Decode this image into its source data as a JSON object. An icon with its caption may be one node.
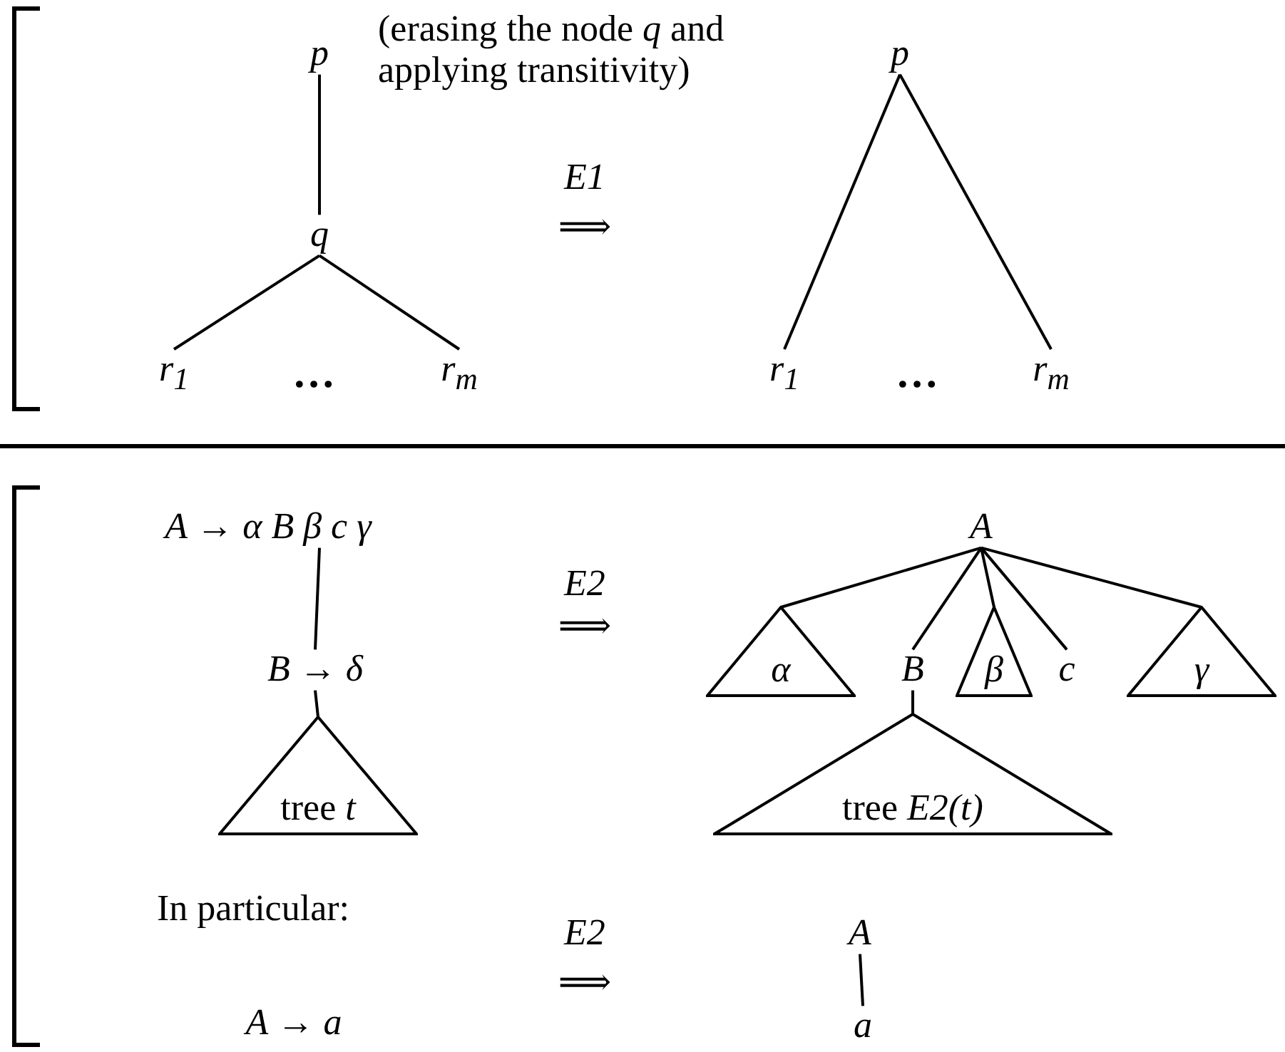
{
  "diagram": {
    "nodes": [
      {
        "text": [
          "p"
        ]
      },
      {
        "text": [
          "q"
        ]
      },
      {
        "text": [
          "r$_{1}$"
        ]
      },
      {
        "text": [
          "r$_{m}$"
        ]
      },
      {
        "text": [
          "p"
        ]
      },
      {
        "text": [
          "r$_{1}$"
        ]
      },
      {
        "text": [
          "r$_{m}$"
        ]
      },
      {
        "text": [
          "A → α  B  β  c  γ"
        ]
      },
      {
        "text": [
          "B → δ"
        ]
      },
      {
        "text": [
          "tree *t*"
        ]
      },
      {
        "text": [
          "A"
        ]
      },
      {
        "text": [
          "*α*"
        ]
      },
      {
        "text": [
          "B"
        ]
      },
      {
        "text": [
          "*β*"
        ]
      },
      {
        "text": [
          "c"
        ]
      },
      {
        "text": [
          "*γ*"
        ]
      },
      {
        "text": [
          "tree *E2(t)*"
        ]
      },
      {
        "text": [
          "A"
        ]
      },
      {
        "text": [
          "a"
        ]
      },
      {
        "text": [
          "A → a"
        ]
      }
    ],
    "edges": [
      {
        "from": 0,
        "to": 1,
        "arrow": "none"
      },
      {
        "from": 1,
        "to": 2,
        "arrow": "none"
      },
      {
        "from": 1,
        "to": 3,
        "arrow": "none"
      },
      {
        "from": 4,
        "to": 5,
        "arrow": "none"
      },
      {
        "from": 4,
        "to": 6,
        "arrow": "none"
      },
      {
        "from": 7,
        "to": 8,
        "arrow": "none"
      },
      {
        "from": 8,
        "to": 9,
        "arrow": "none"
      },
      {
        "from": 10,
        "to": 11,
        "arrow": "none"
      },
      {
        "from": 10,
        "to": 12,
        "arrow": "none"
      },
      {
        "from": 10,
        "to": 13,
        "arrow": "none"
      },
      {
        "from": 10,
        "to": 14,
        "arrow": "none"
      },
      {
        "from": 10,
        "to": 15,
        "arrow": "none"
      },
      {
        "from": 12,
        "to": 16,
        "arrow": "none"
      },
      {
        "from": 17,
        "to": 18,
        "arrow": "none"
      }
    ],
    "labels": [
      "(erasing the node *q* and applying transitivity)",
      "E1",
      "⟹",
      "…",
      "…",
      "E2",
      "⟹",
      "In particular:",
      "E2",
      "⟹"
    ]
  }
}
